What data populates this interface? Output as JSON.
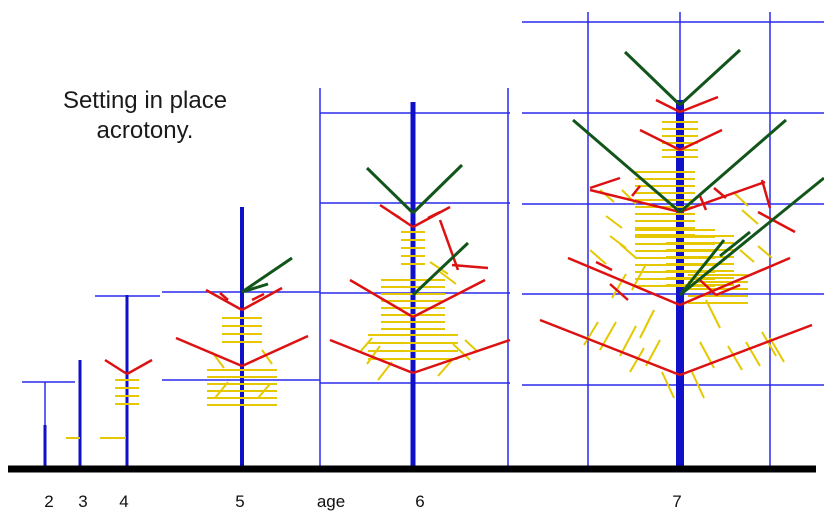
{
  "caption": {
    "line1": "Setting in place",
    "line2": "acrotony."
  },
  "axis_labels": {
    "age2": "2",
    "age3": "3",
    "age4": "4",
    "age5": "5",
    "age_word": "age",
    "age6": "6",
    "age7": "7"
  },
  "colors": {
    "grid": "#2a2aee",
    "trunk": "#1010c8",
    "axis": "#000000",
    "branch_red": "#dd1111",
    "branch_green": "#11551a",
    "leaf_yellow": "#e5c800",
    "leaf_edge": "#b08a00"
  },
  "stages": [
    "2",
    "3",
    "4",
    "5",
    "6",
    "7"
  ]
}
